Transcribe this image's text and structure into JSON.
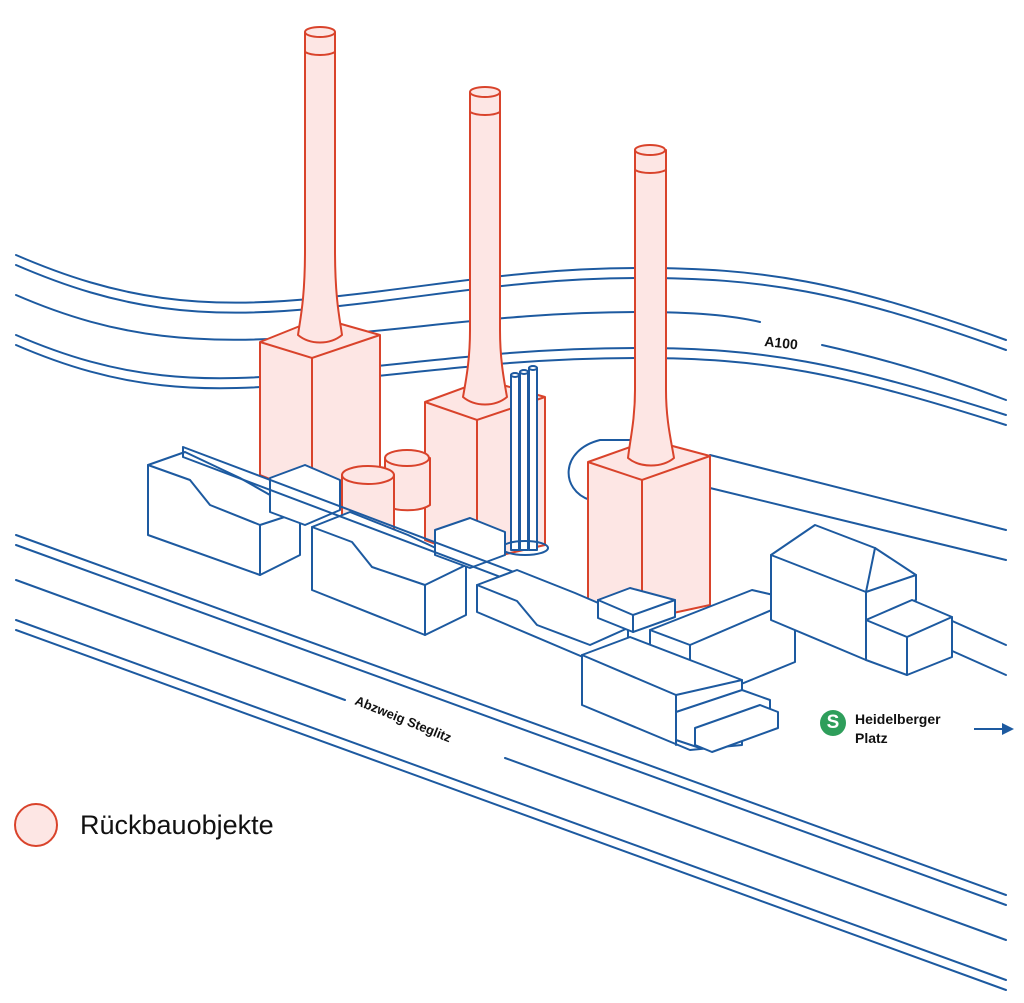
{
  "diagram": {
    "title": "Kraftwerk Wilmersdorf Rückbau",
    "colors": {
      "existing_outline": "#1d5aa0",
      "demolition_fill": "#fde6e4",
      "demolition_stroke": "#d9432b",
      "sbahn_green": "#2e9e5b"
    },
    "labels": {
      "highway": "A100",
      "railway": "Abzweig Steglitz"
    },
    "station": {
      "icon": "S",
      "name_line1": "Heidelberger",
      "name_line2": "Platz",
      "direction": "arrow-right"
    },
    "legend": {
      "items": [
        {
          "label": "Rückbauobjekte",
          "color": "#fde6e4"
        }
      ]
    },
    "objects": {
      "demolition": [
        "chimney-1",
        "chimney-2",
        "chimney-3",
        "boiler-house-1",
        "boiler-house-2",
        "boiler-house-3",
        "tank-1",
        "tank-2"
      ],
      "existing": [
        "exhaust-pipes",
        "hall-1",
        "hall-2",
        "hall-3",
        "annex-building",
        "gabled-building",
        "side-building",
        "conveyor-bridge"
      ]
    }
  }
}
